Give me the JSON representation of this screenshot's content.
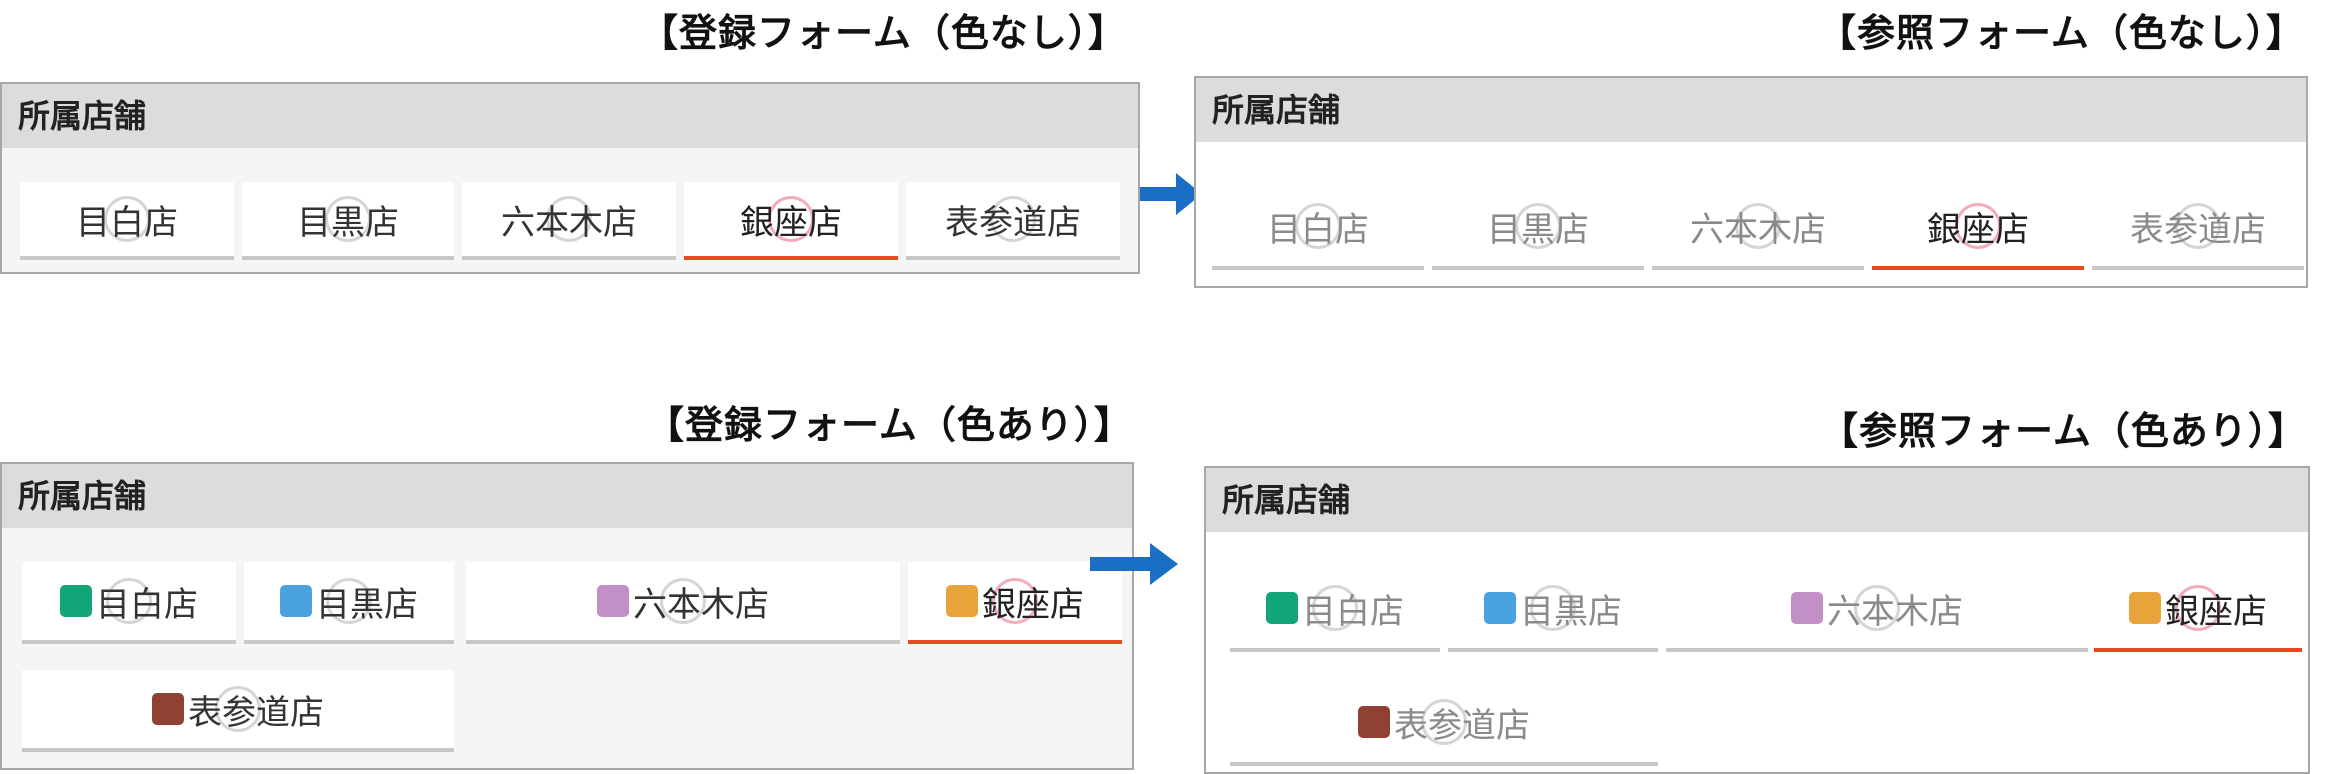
{
  "captions": {
    "register_no_color": "【登録フォーム（色なし）】",
    "reference_no_color": "【参照フォーム（色なし）】",
    "register_with_color": "【登録フォーム（色あり）】",
    "reference_with_color": "【参照フォーム（色あり）】"
  },
  "field_label": "所属店舗",
  "stores": [
    {
      "name": "目白店",
      "color": "#12a577"
    },
    {
      "name": "目黒店",
      "color": "#4aa3df"
    },
    {
      "name": "六本木店",
      "color": "#c38fc7"
    },
    {
      "name": "銀座店",
      "color": "#e9a33b"
    },
    {
      "name": "表参道店",
      "color": "#8f4232"
    }
  ],
  "selected_store": "銀座店",
  "colors": {
    "selected_underline": "#e8491d",
    "arrow": "#1a6fc4"
  },
  "icons": {
    "flow_arrow": "right-arrow-icon",
    "press_indicator": "circle-ring"
  }
}
